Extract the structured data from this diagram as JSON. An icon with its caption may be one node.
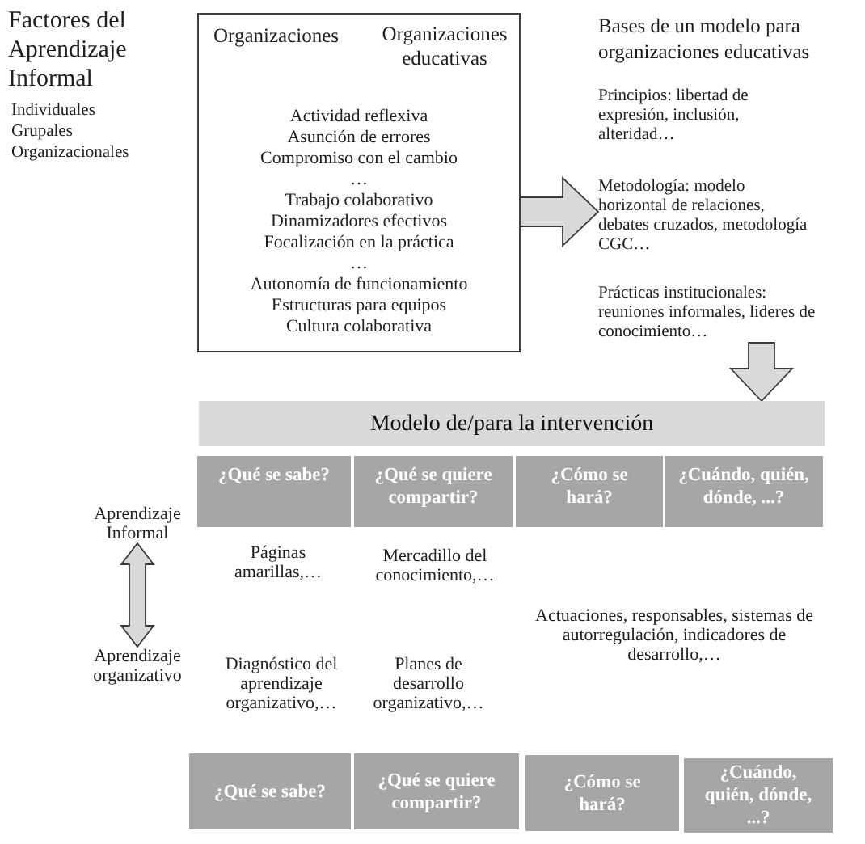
{
  "diagram": {
    "nodes": [
      {
        "text": [
          "Organizaciones",
          "Organizaciones educativas",
          "Actividad reflexiva",
          "Asunción de errores",
          "Compromiso con el cambio",
          "…",
          "Trabajo colaborativo",
          "Dinamizadores efectivos",
          "Focalización en la práctica",
          "…",
          "Autonomía de funcionamiento",
          "Estructuras para equipos",
          "Cultura colaborativa"
        ]
      },
      {
        "text": [
          "Bases de un modelo para organizaciones educativas",
          "Principios: libertad de expresión, inclusión, alteridad…",
          "Metodología: modelo horizontal de relaciones, debates cruzados, metodología CGC…",
          "Prácticas institucionales: reuniones informales, lideres de conocimiento…"
        ]
      },
      {
        "text": [
          "Modelo de/para la intervención"
        ]
      },
      {
        "text": [
          "¿Qué se sabe?"
        ]
      },
      {
        "text": [
          "¿Qué se quiere compartir?"
        ]
      },
      {
        "text": [
          "¿Cómo se hará?"
        ]
      },
      {
        "text": [
          "¿Cuándo, quién, dónde, ...?"
        ]
      },
      {
        "text": [
          "Aprendizaje Informal"
        ]
      },
      {
        "text": [
          "Aprendizaje organizativo"
        ]
      },
      {
        "text": [
          "¿Qué se sabe?"
        ]
      },
      {
        "text": [
          "¿Qué se quiere compartir?"
        ]
      },
      {
        "text": [
          "¿Cómo se hará?"
        ]
      },
      {
        "text": [
          "¿Cuándo, quién, dónde, ...?"
        ]
      }
    ],
    "edges": [
      {
        "from": 0,
        "to": 1,
        "arrow": "to"
      },
      {
        "from": 1,
        "to": 2,
        "arrow": "to"
      },
      {
        "from": 7,
        "to": 8,
        "arrow": "both"
      }
    ],
    "labels": [
      "Factores del Aprendizaje Informal",
      "Individuales",
      "Grupales",
      "Organizacionales",
      "Páginas amarillas,…",
      "Mercadillo del conocimiento,…",
      "Actuaciones, responsables, sistemas de autorregulación, indicadores de desarrollo,…",
      "Diagnóstico del aprendizaje organizativo,…",
      "Planes de desarrollo organizativo,…"
    ]
  }
}
